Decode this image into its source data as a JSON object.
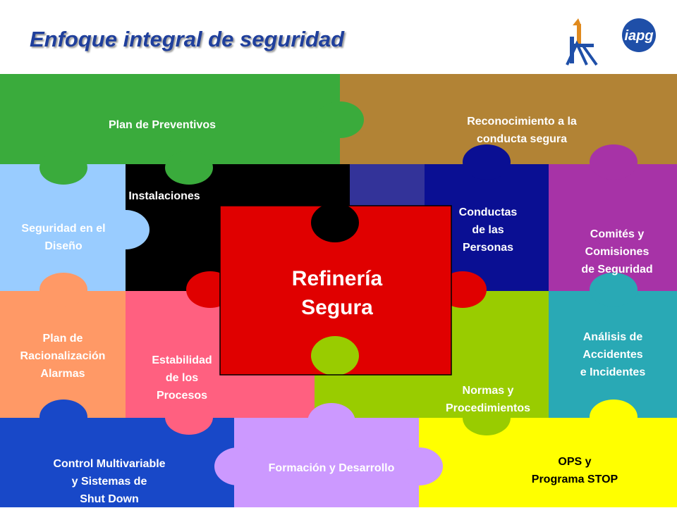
{
  "title": "Enfoque integral de seguridad",
  "logos": {
    "iapg_text": "iapg"
  },
  "center": {
    "lines": [
      "Refinería",
      "Segura"
    ]
  },
  "pieces": {
    "plan_preventivos": {
      "lines": [
        "Plan de Preventivos"
      ],
      "color": "#3aab3c"
    },
    "reconocimiento": {
      "lines": [
        "Reconocimiento a la",
        "conducta segura"
      ],
      "color": "#b28335"
    },
    "seguridad_diseno": {
      "lines": [
        "Seguridad en el",
        "Diseño"
      ],
      "color": "#99ccff"
    },
    "instalaciones": {
      "lines": [
        "Instalaciones"
      ],
      "color": "#000000"
    },
    "conductas": {
      "lines": [
        "Conductas",
        "de las",
        "Personas"
      ],
      "color": "#0a0f93"
    },
    "comites": {
      "lines": [
        "Comités y",
        "Comisiones",
        "de Seguridad"
      ],
      "color": "#a733a7"
    },
    "plan_alarmas": {
      "lines": [
        "Plan de",
        "Racionalización",
        "Alarmas"
      ],
      "color": "#ff9966"
    },
    "estabilidad": {
      "lines": [
        "Estabilidad",
        "de los",
        "Procesos"
      ],
      "color": "#ff6080"
    },
    "normas": {
      "lines": [
        "Normas y",
        "Procedimientos"
      ],
      "color": "#99cc00"
    },
    "analisis": {
      "lines": [
        "Análisis de",
        "Accidentes",
        "e Incidentes"
      ],
      "color": "#29a9b5"
    },
    "control": {
      "lines": [
        "Control Multivariable",
        "y Sistemas de",
        "Shut Down"
      ],
      "color": "#1848c8"
    },
    "formacion": {
      "lines": [
        "Formación y Desarrollo"
      ],
      "color": "#cc99ff"
    },
    "ops": {
      "lines": [
        "OPS y",
        "Programa STOP"
      ],
      "color": "#ffff00"
    },
    "center_piece": {
      "color": "#e00000"
    }
  }
}
